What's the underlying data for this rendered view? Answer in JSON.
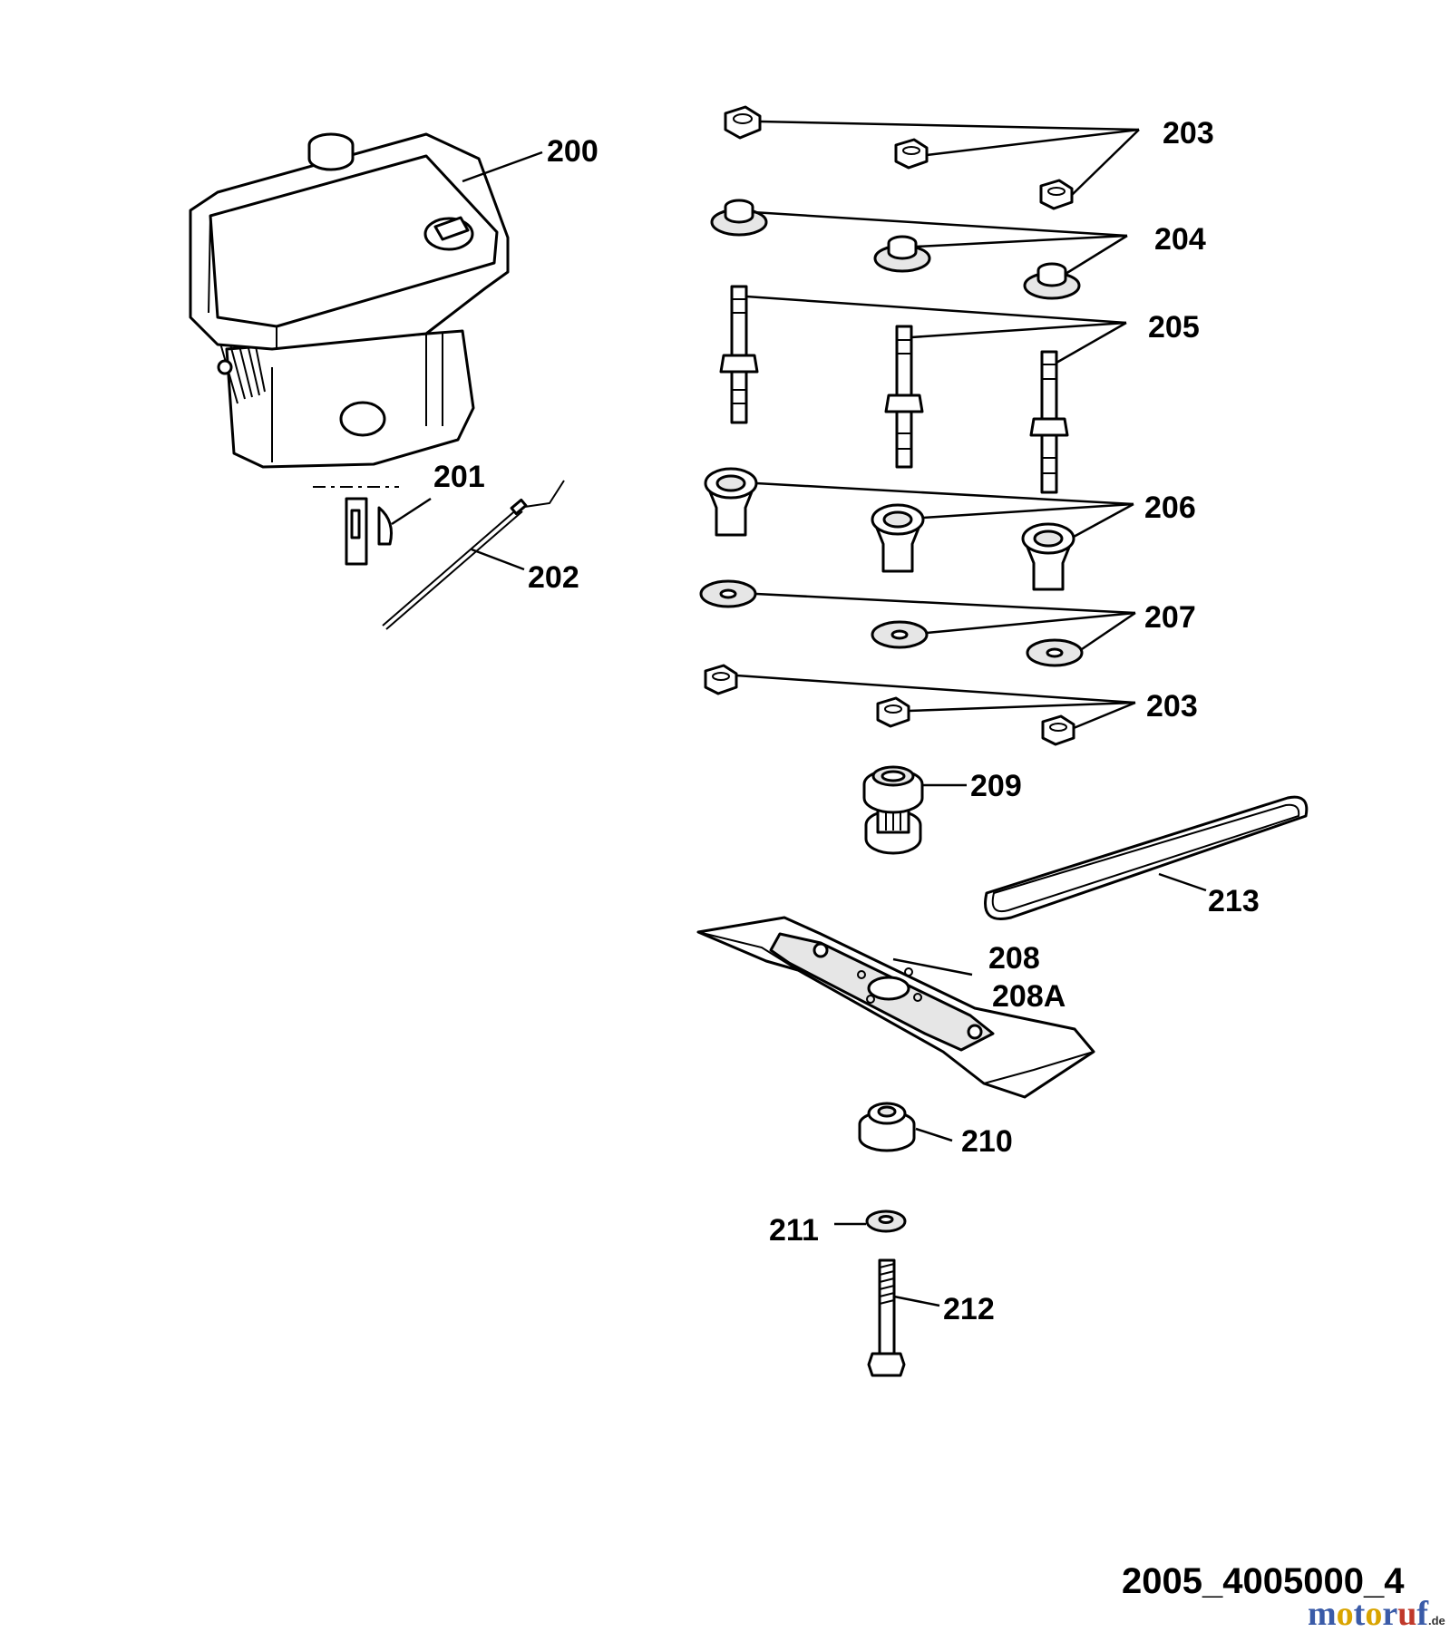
{
  "labels": {
    "l200": "200",
    "l201": "201",
    "l202": "202",
    "l203a": "203",
    "l204": "204",
    "l205": "205",
    "l206": "206",
    "l207": "207",
    "l203b": "203",
    "l209": "209",
    "l213": "213",
    "l208": "208",
    "l208a": "208A",
    "l210": "210",
    "l211": "211",
    "l212": "212"
  },
  "reference": "2005_4005000_4",
  "watermark": {
    "m": "m",
    "o1": "o",
    "t": "t",
    "o2": "o",
    "r": "r",
    "u": "u",
    "f": "f",
    "tld": ".de",
    "colors": {
      "m": "#3a5ba8",
      "o1": "#d9a400",
      "t": "#3a5ba8",
      "o2": "#d9a400",
      "r": "#3a5ba8",
      "u": "#c0392b",
      "f": "#3a5ba8",
      "tld": "#333333"
    }
  }
}
